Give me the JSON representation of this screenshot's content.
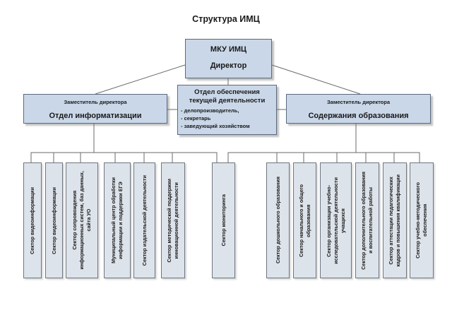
{
  "title": "Структура ИМЦ",
  "director": {
    "line1": "МКУ ИМЦ",
    "line2": "Директор"
  },
  "deputy_left": {
    "subtitle": "Заместитель директора",
    "title": "Отдел информатизации"
  },
  "deputy_right": {
    "subtitle": "Заместитель директора",
    "title": "Содержания образования"
  },
  "support_department": {
    "title_line1": "Отдел обеспечения",
    "title_line2": "текущей деятельности",
    "staff": [
      "- делопроизводитель,",
      "- секретарь",
      "- заведующий хозяйством"
    ]
  },
  "left_sectors": [
    "Сектор видеоинформации",
    "Сектор видеоинформации",
    "Сектор сопровождения\nинформационных систем, баз данных,\nсайта УО",
    "Муниципальный центр обработки\nинформации и поддержки ЕГЭ",
    "Сектор издательской деятельности",
    "Сектор методической поддержки\nинновационной деятельности"
  ],
  "shared_sector": "Сектор  мониторинга",
  "right_sectors": [
    "Сектор дошкольного образования",
    "Сектор начального и общего\nобразования",
    "Сектор организации учебно-\nисследовательской деятельности\nучащихся",
    "Сектор дополнительного образования\nи воспитательной работы",
    "Сектор аттестации педагогических\nкадров и повышения квалификации",
    "Сектор учебно-методического\nобеспечения"
  ]
}
